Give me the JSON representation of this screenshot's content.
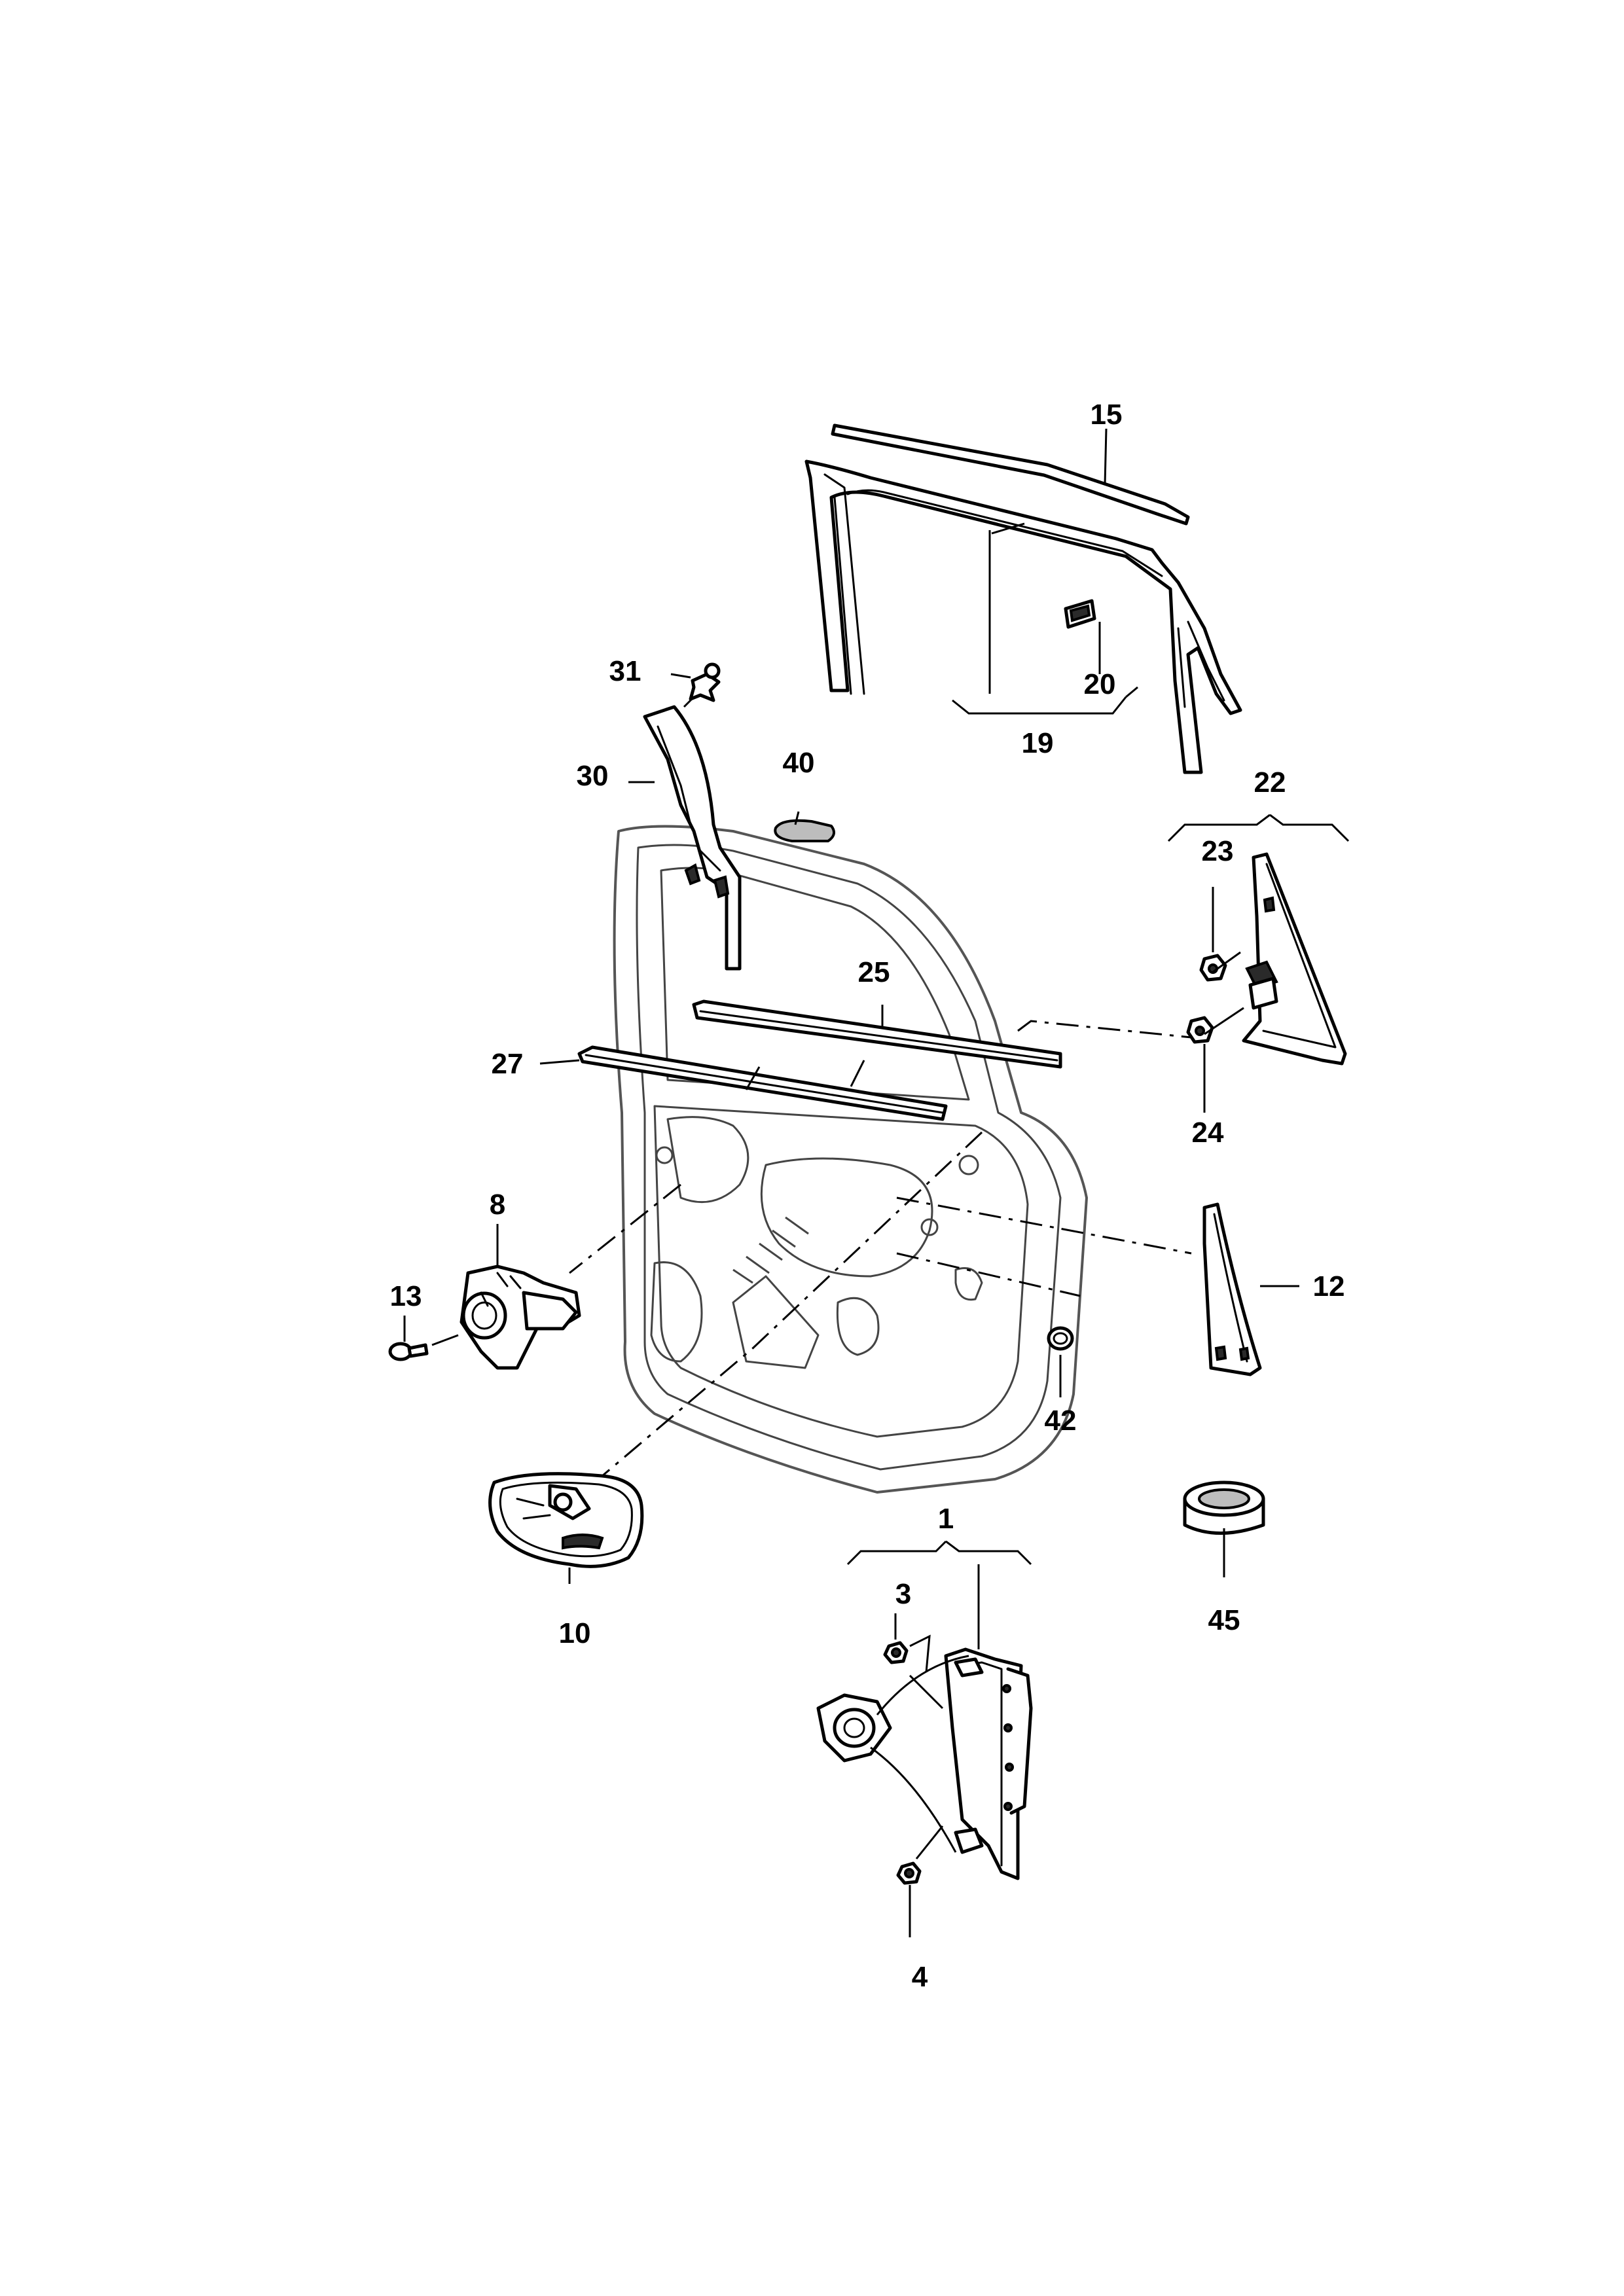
{
  "callouts": {
    "c1": "1",
    "c3": "3",
    "c4": "4",
    "c8": "8",
    "c10": "10",
    "c12": "12",
    "c13": "13",
    "c15": "15",
    "c19": "19",
    "c20": "20",
    "c22": "22",
    "c23": "23",
    "c24": "24",
    "c25": "25",
    "c27": "27",
    "c30": "30",
    "c31": "31",
    "c40": "40",
    "c42": "42",
    "c45": "45"
  }
}
